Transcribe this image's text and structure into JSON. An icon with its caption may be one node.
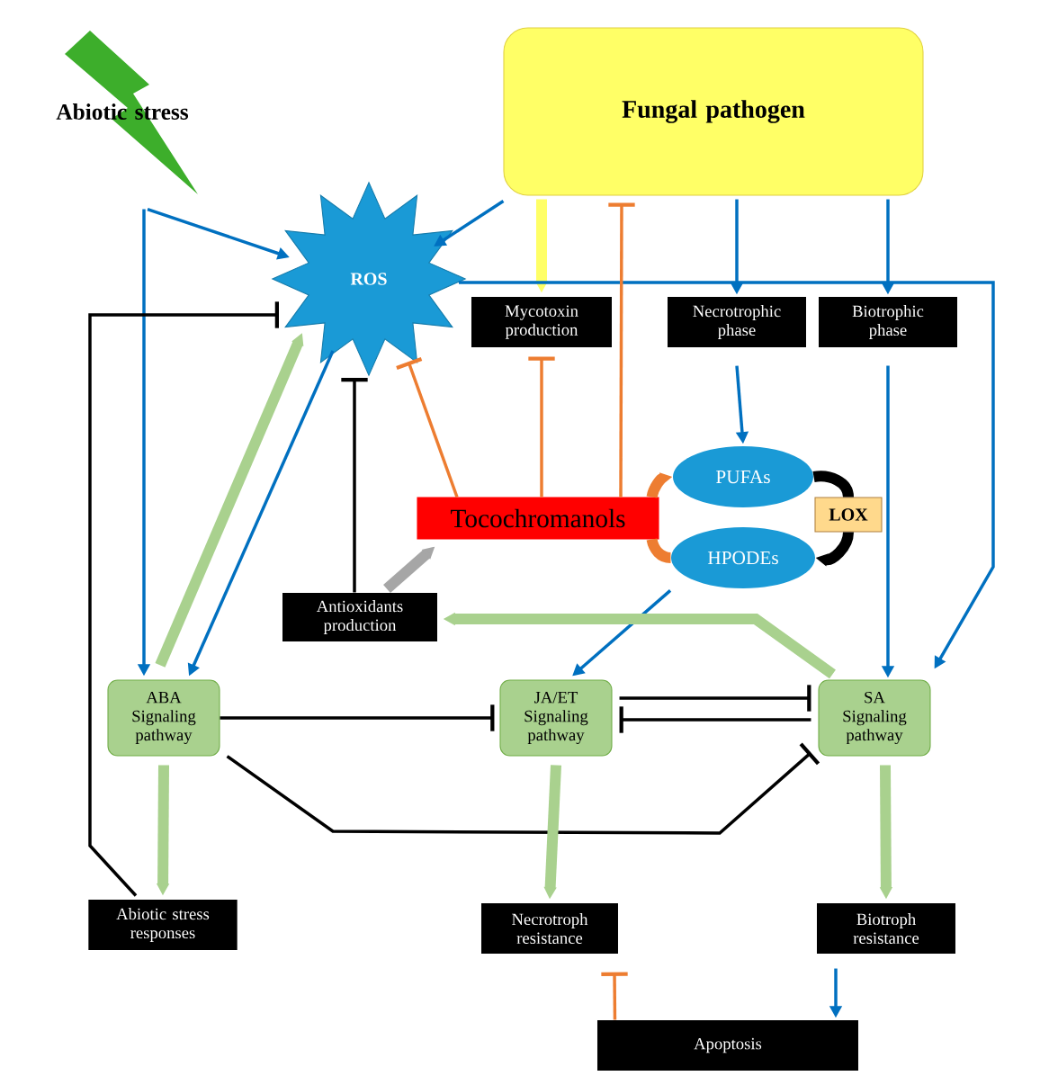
{
  "diagram": {
    "nodes": [
      {
        "text": [
          "Abiotic stress"
        ]
      },
      {
        "text": [],
        "shape": "lightning"
      },
      {
        "text": [
          "Fungal pathogen"
        ]
      },
      {
        "text": [
          "ROS"
        ]
      },
      {
        "text": [
          "Mycotoxin production"
        ]
      },
      {
        "text": [
          "Necrotrophic phase"
        ]
      },
      {
        "text": [
          "Biotrophic phase"
        ]
      },
      {
        "text": [
          "PUFAs"
        ]
      },
      {
        "text": [
          "HPODEs"
        ]
      },
      {
        "text": [
          "LOX"
        ]
      },
      {
        "text": [
          "Tocochromanols"
        ]
      },
      {
        "text": [
          "Antioxidants production"
        ]
      },
      {
        "text": [
          "ABA Signaling pathway"
        ]
      },
      {
        "text": [
          "JA/ET Signaling pathway"
        ]
      },
      {
        "text": [
          "SA Signaling pathway"
        ]
      },
      {
        "text": [
          "Abiotic stress responses"
        ]
      },
      {
        "text": [
          "Necrotroph resistance"
        ]
      },
      {
        "text": [
          "Biotroph resistance"
        ]
      },
      {
        "text": [
          "Apoptosis"
        ]
      }
    ],
    "edges": [
      {
        "from": 1,
        "to": 3,
        "arrow": "to"
      },
      {
        "from": 1,
        "to": 12,
        "arrow": "to"
      },
      {
        "from": 2,
        "to": 3,
        "arrow": "to"
      },
      {
        "from": 2,
        "to": 4,
        "arrow": "to",
        "style": "thick",
        "color": "#ffff66"
      },
      {
        "from": 2,
        "to": 5,
        "arrow": "to"
      },
      {
        "from": 2,
        "to": 6,
        "arrow": "to"
      },
      {
        "from": 3,
        "to": 14,
        "arrow": "to"
      },
      {
        "from": 3,
        "to": 12,
        "arrow": "to"
      },
      {
        "from": 12,
        "to": 3,
        "arrow": "to",
        "style": "thick",
        "color": "#a9d18e"
      },
      {
        "from": 5,
        "to": 7,
        "arrow": "to"
      },
      {
        "from": 6,
        "to": 14,
        "arrow": "to"
      },
      {
        "from": 10,
        "to": 3,
        "arrow": "other",
        "color": "#ed7d31"
      },
      {
        "from": 10,
        "to": 4,
        "arrow": "other",
        "color": "#ed7d31"
      },
      {
        "from": 10,
        "to": 2,
        "arrow": "other",
        "color": "#ed7d31"
      },
      {
        "from": 11,
        "to": 10,
        "arrow": "to",
        "style": "thick",
        "color": "#a6a6a6"
      },
      {
        "from": 11,
        "to": 3,
        "arrow": "other",
        "color": "#000000"
      },
      {
        "from": 15,
        "to": 3,
        "arrow": "other",
        "color": "#000000"
      },
      {
        "from": 10,
        "to": 7,
        "arrow": "to",
        "style": "thick",
        "color": "#ed7d31"
      },
      {
        "from": 8,
        "to": 10,
        "arrow": "none",
        "style": "thick",
        "color": "#ed7d31"
      },
      {
        "from": 7,
        "to": 9,
        "arrow": "none",
        "style": "thick",
        "color": "#000000"
      },
      {
        "from": 9,
        "to": 8,
        "arrow": "to",
        "style": "thick",
        "color": "#000000"
      },
      {
        "from": 8,
        "to": 13,
        "arrow": "to"
      },
      {
        "from": 14,
        "to": 11,
        "arrow": "to",
        "style": "thick",
        "color": "#a9d18e"
      },
      {
        "from": 12,
        "to": 13,
        "arrow": "other",
        "color": "#000000"
      },
      {
        "from": 13,
        "to": 14,
        "arrow": "other",
        "color": "#000000"
      },
      {
        "from": 14,
        "to": 13,
        "arrow": "other",
        "color": "#000000"
      },
      {
        "from": 12,
        "to": 14,
        "arrow": "other",
        "color": "#000000"
      },
      {
        "from": 12,
        "to": 15,
        "arrow": "to",
        "style": "thick",
        "color": "#a9d18e"
      },
      {
        "from": 13,
        "to": 16,
        "arrow": "to",
        "style": "thick",
        "color": "#a9d18e"
      },
      {
        "from": 14,
        "to": 17,
        "arrow": "to",
        "style": "thick",
        "color": "#a9d18e"
      },
      {
        "from": 18,
        "to": 16,
        "arrow": "other",
        "color": "#ed7d31"
      },
      {
        "from": 17,
        "to": 18,
        "arrow": "to"
      }
    ]
  }
}
